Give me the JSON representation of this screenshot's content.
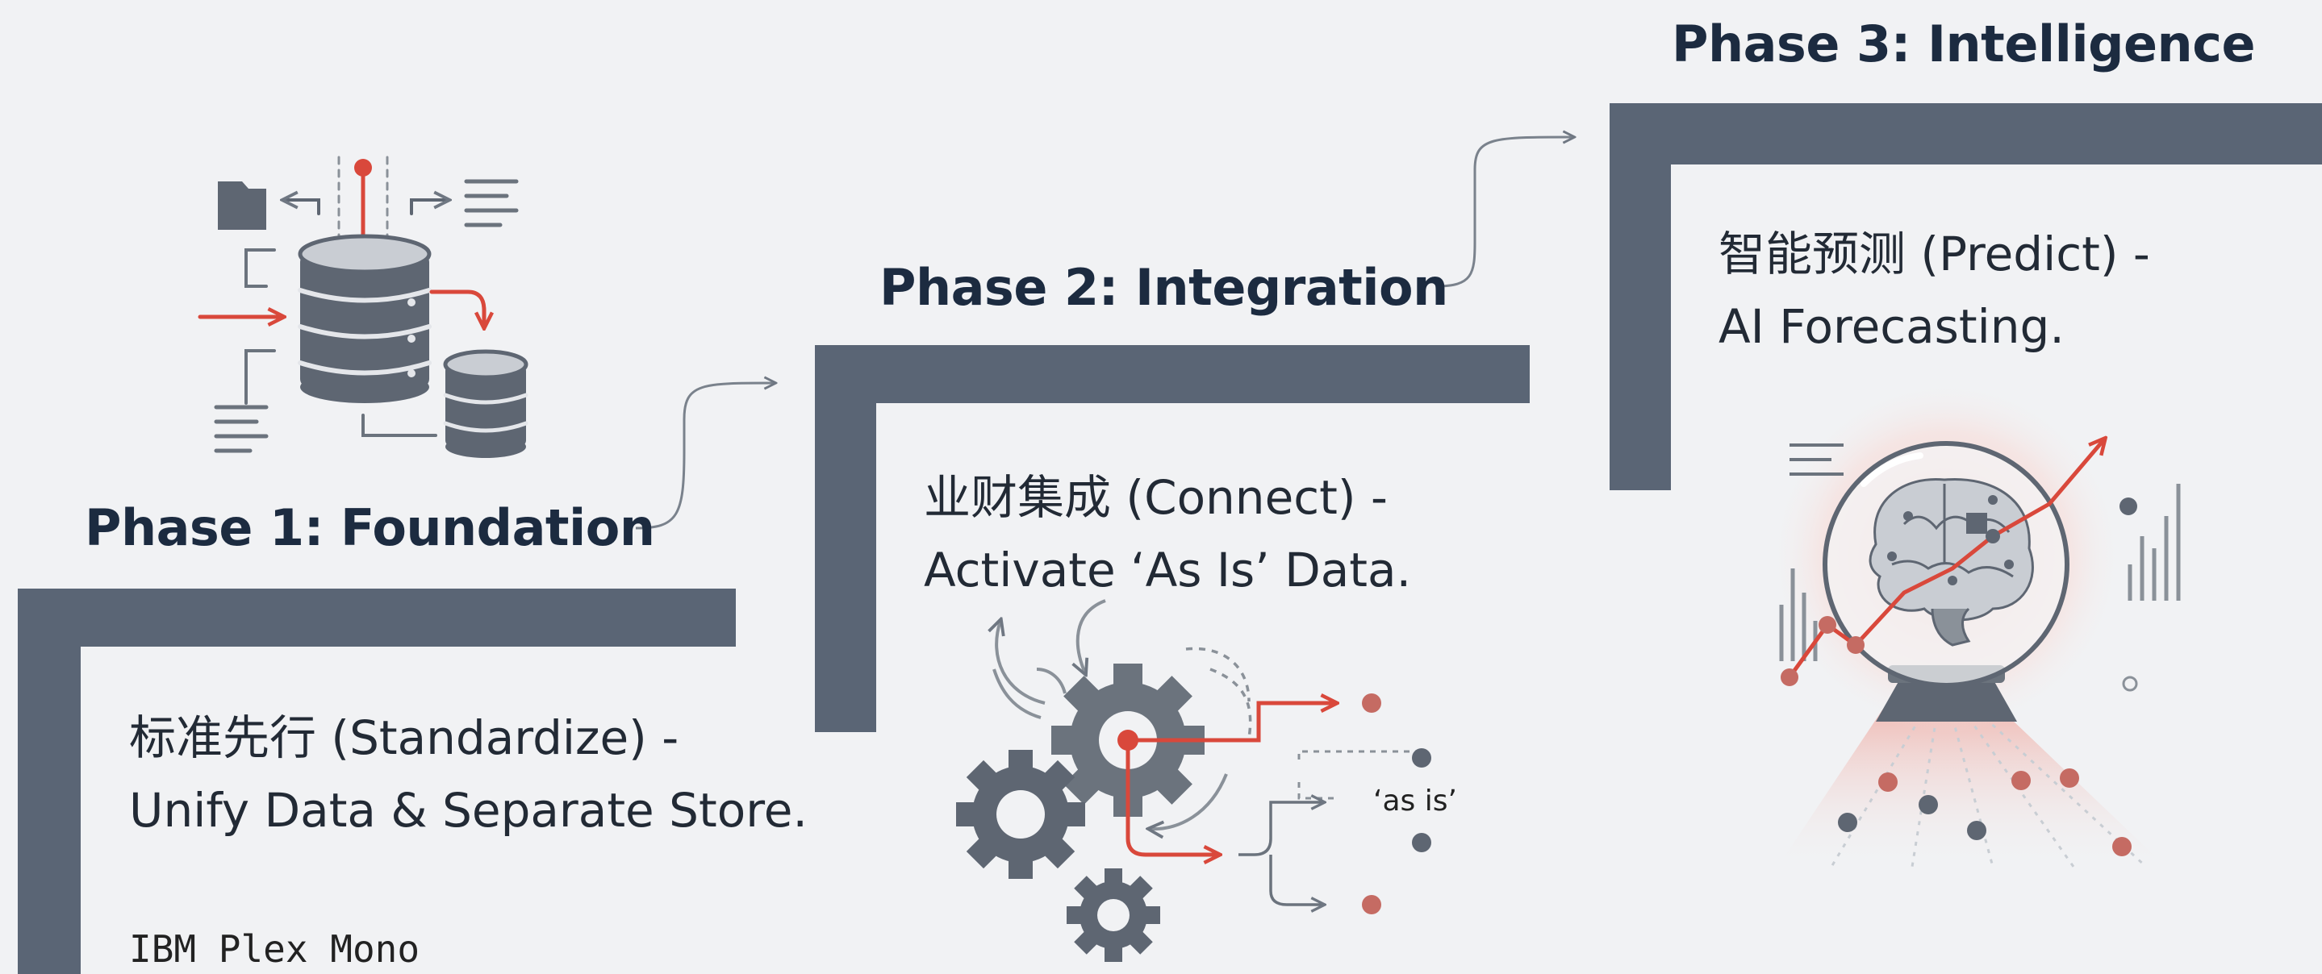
{
  "phases": [
    {
      "title": "Phase 1: Foundation",
      "desc_line1": "标准先行 (Standardize) -",
      "desc_line2": "Unify Data & Separate Store.",
      "icon": "database-icon"
    },
    {
      "title": "Phase 2: Integration",
      "desc_line1": "业财集成 (Connect) -",
      "desc_line2": "Activate ‘As Is’ Data.",
      "icon": "gears-icon"
    },
    {
      "title": "Phase 3: Intelligence",
      "desc_line1": "智能预测 (Predict) -",
      "desc_line2": "AI Forecasting.",
      "icon": "crystal-ball-brain-icon"
    }
  ],
  "gear_label": "‘as is’",
  "font_caption": "IBM Plex Mono",
  "colors": {
    "step": "#5a6575",
    "accent": "#d9483b",
    "icon_gray": "#5e6672",
    "background": "#f1f2f4"
  }
}
